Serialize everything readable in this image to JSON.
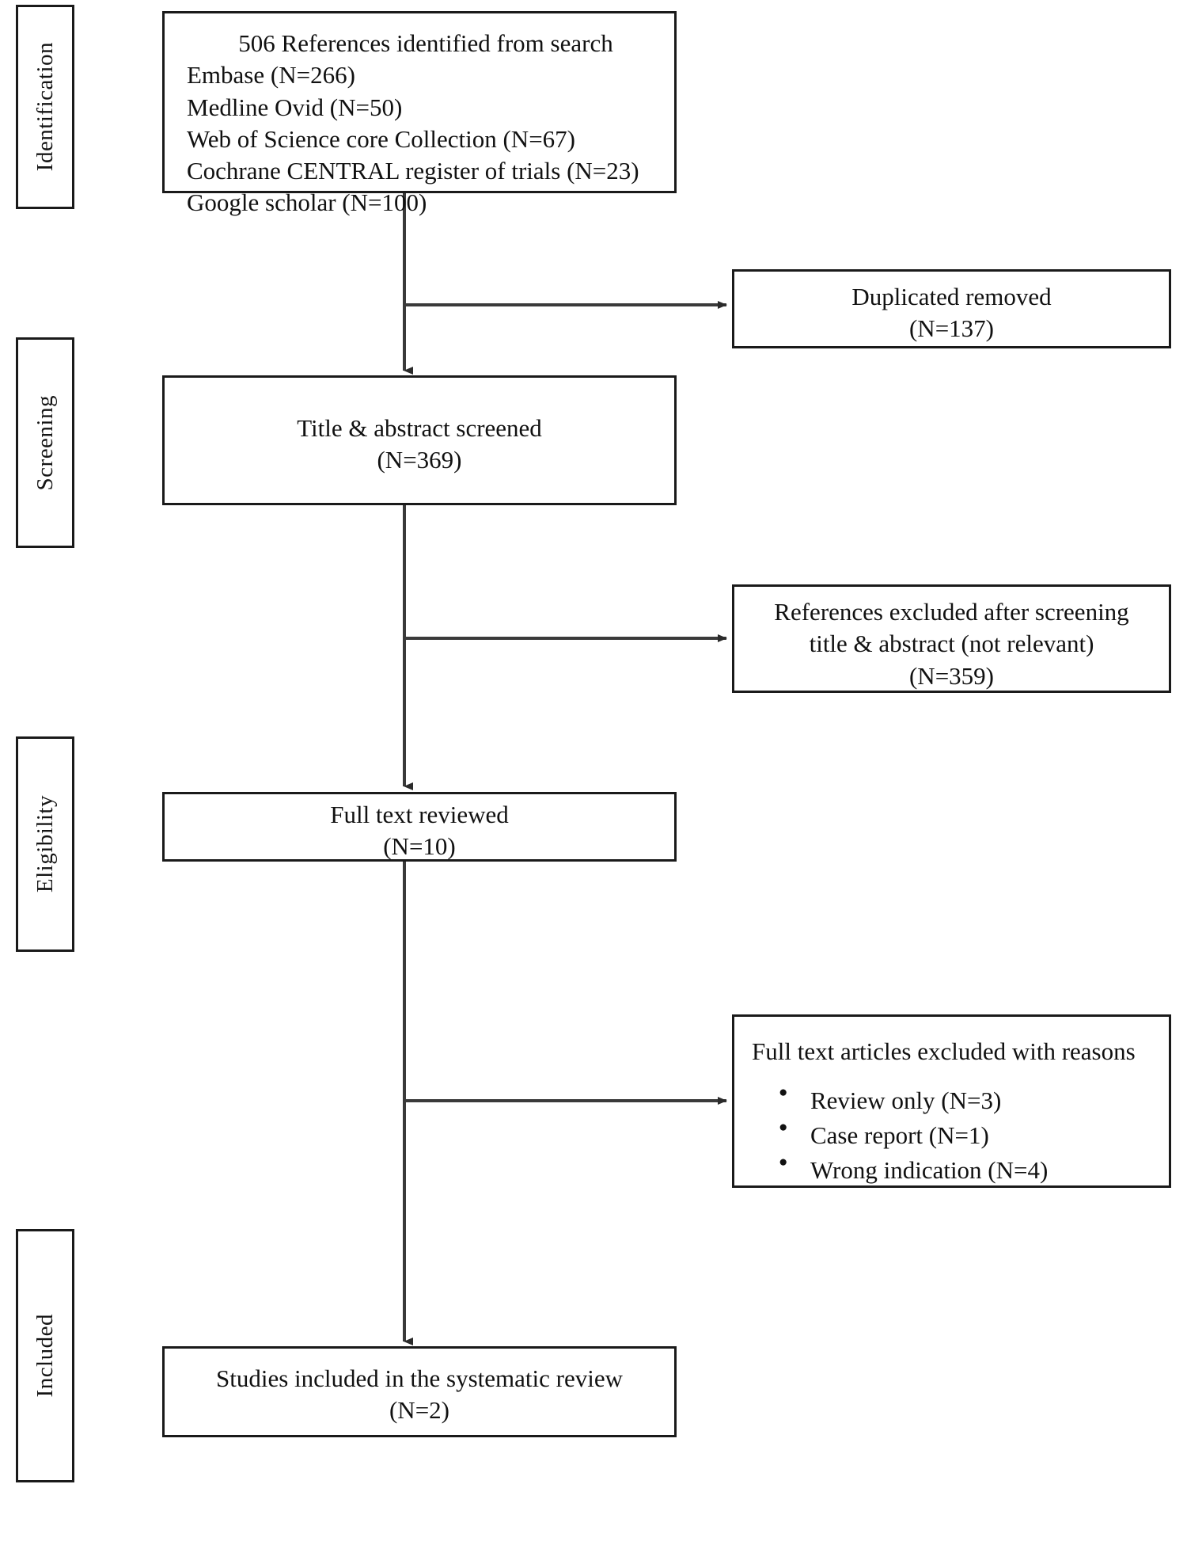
{
  "diagram": {
    "type": "prisma-flow-diagram",
    "title": "PRISMA study selection flow diagram"
  },
  "stages": [
    {
      "label": "Identification"
    },
    {
      "label": "Screening"
    },
    {
      "label": "Eligibility"
    },
    {
      "label": "Included"
    }
  ],
  "identification_box": {
    "heading": "506 References identified from search",
    "sources": [
      "Embase (N=266)",
      "Medline Ovid (N=50)",
      "Web of Science core Collection (N=67)",
      "Cochrane CENTRAL register of trials (N=23)",
      "Google scholar (N=100)"
    ]
  },
  "duplicates_box": {
    "line1": "Duplicated removed",
    "line2": "(N=137)"
  },
  "screened_box": {
    "line1": "Title & abstract screened",
    "line2": "(N=369)"
  },
  "excluded_screening_box": {
    "line1": "References excluded after screening",
    "line2": "title & abstract (not relevant)",
    "line3": "(N=359)"
  },
  "fulltext_box": {
    "line1": "Full text reviewed",
    "line2": "(N=10)"
  },
  "excluded_fulltext_box": {
    "title": "Full text articles excluded with reasons",
    "reasons": [
      "Review only (N=3)",
      "Case report   (N=1)",
      "Wrong indication (N=4)"
    ]
  },
  "included_box": {
    "line1": "Studies included in the systematic review",
    "line2": "(N=2)"
  },
  "colors": {
    "border": "#1a1a1a",
    "text": "#111111",
    "background": "#ffffff",
    "connector": "#3a3a3a"
  }
}
